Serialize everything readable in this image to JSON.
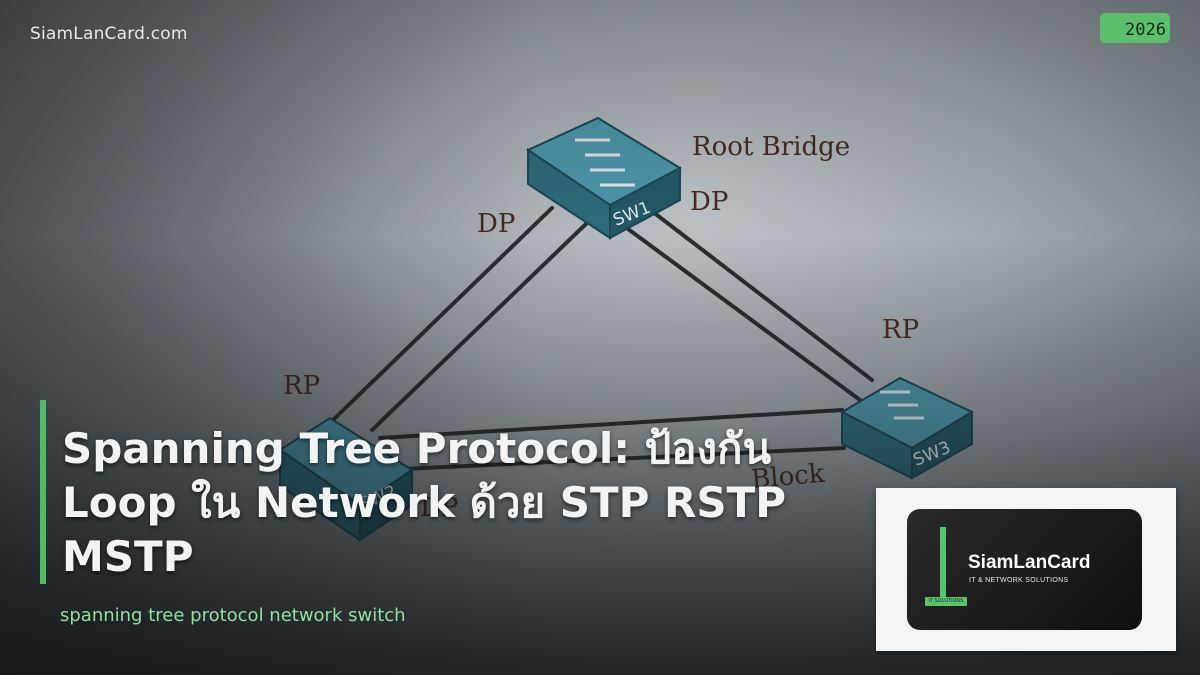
{
  "site_label": "SiamLanCard.com",
  "year_badge": "2026",
  "title": "Spanning Tree Protocol: ป้องกัน Loop ใน Network ด้วย STP RSTP MSTP",
  "subtitle": "spanning tree protocol network switch",
  "diagram": {
    "root_label": "Root Bridge",
    "switches": [
      "SW1",
      "SW2",
      "SW3"
    ],
    "port_labels": {
      "sw1_left": "DP",
      "sw1_right": "DP",
      "sw3_top": "RP",
      "sw2_top": "RP",
      "sw2_right": "DP",
      "blocked": "Block"
    }
  },
  "logo": {
    "name": "SiamLanCard",
    "tagline": "IT & NETWORK SOLUTIONS",
    "chip": "IT SOLUTIONS"
  },
  "colors": {
    "accent": "#55b86a",
    "switch_top": "#3e8ea3",
    "switch_side": "#1f5a6a",
    "label_text": "#4a2b22"
  }
}
